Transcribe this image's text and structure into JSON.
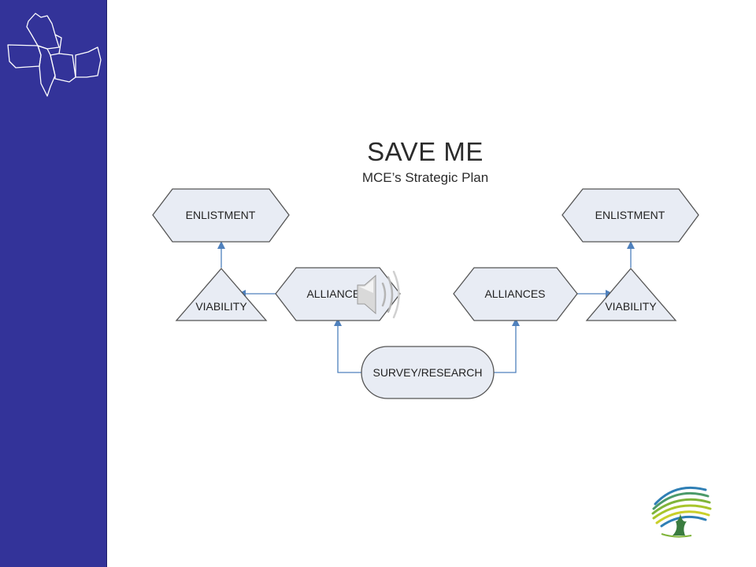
{
  "slide": {
    "title": "SAVE ME",
    "subtitle": "MCE’s Strategic Plan"
  },
  "diagram": {
    "left": {
      "enlistment": "ENLISTMENT",
      "viability": "VIABILITY",
      "alliances": "ALLIANCES"
    },
    "right": {
      "enlistment": "ENLISTMENT",
      "viability": "VIABILITY",
      "alliances": "ALLIANCES"
    },
    "root": "SURVEY/RESEARCH"
  },
  "icons": {
    "sidebar_map": "midwest-states-map-icon",
    "audio": "speaker-icon",
    "logo": "tree-logo-icon"
  },
  "colors": {
    "sidebar": "#333399",
    "shape_fill": "#e8ecf4",
    "shape_stroke": "#555555",
    "connector": "#4f81bd"
  }
}
